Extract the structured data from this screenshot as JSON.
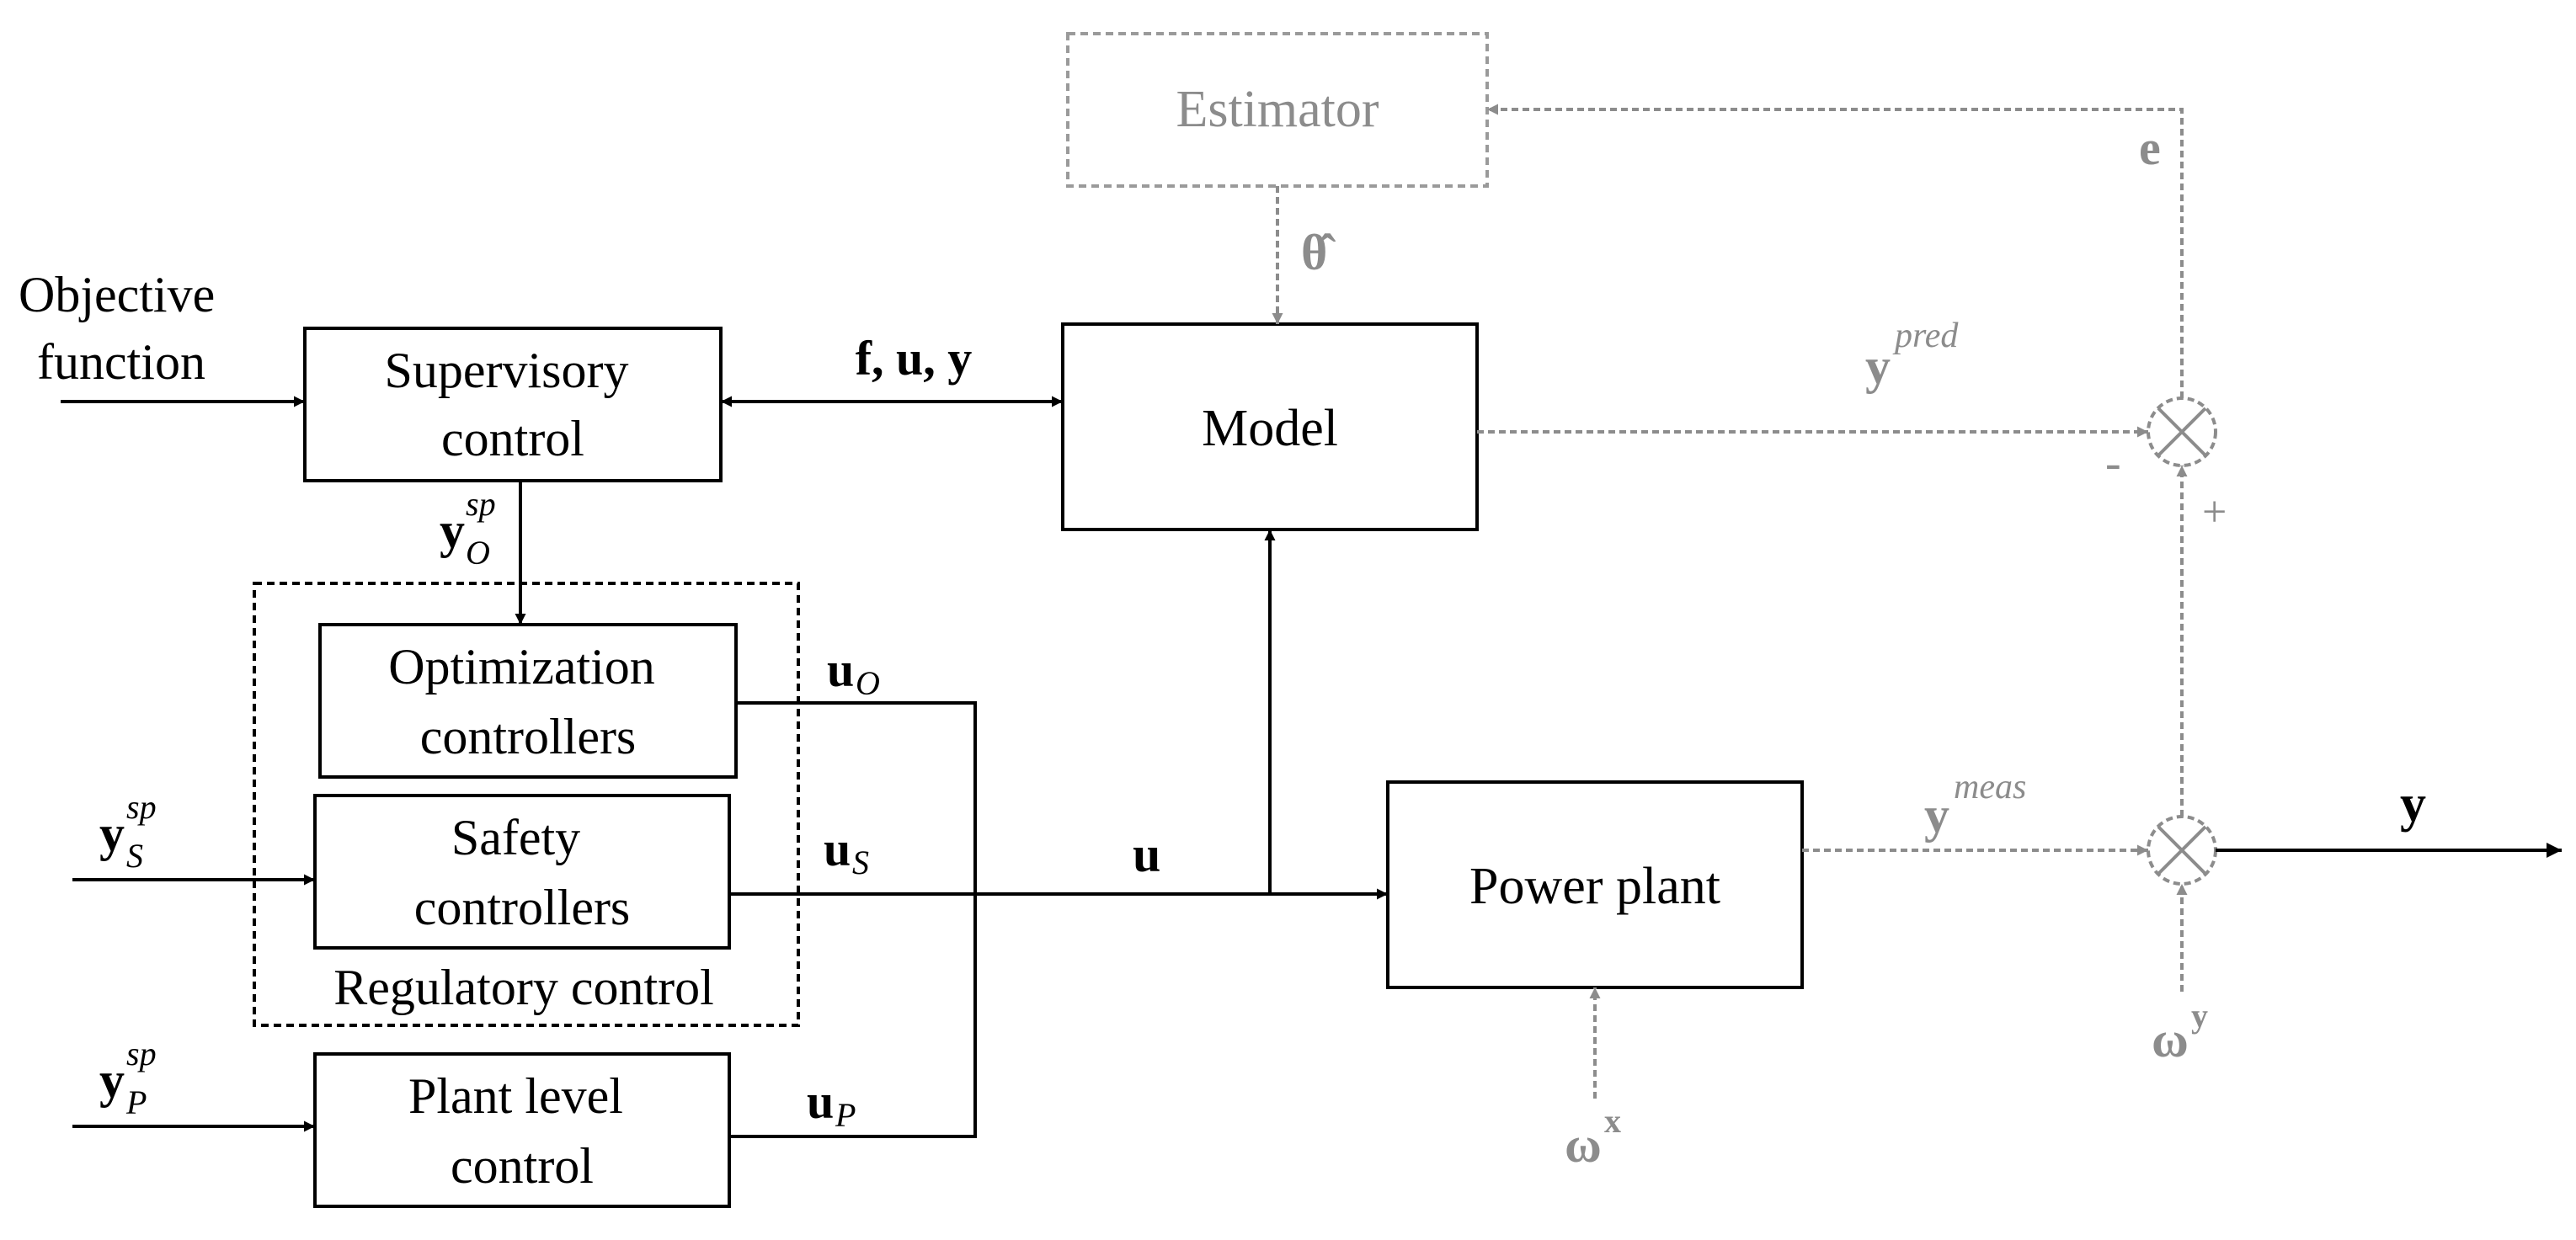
{
  "colors": {
    "main": "#000000",
    "estimation": "#8c8c8c",
    "estimator_border": "#9a9a9a"
  },
  "blocks": {
    "estimator": "Estimator",
    "supervisory": [
      "Supervisory",
      "control"
    ],
    "model": "Model",
    "optimization": [
      "Optimization",
      "controllers"
    ],
    "safety": [
      "Safety",
      "controllers"
    ],
    "regulatory_group": "Regulatory control",
    "plant_level": [
      "Plant level",
      "control"
    ],
    "power_plant": "Power plant"
  },
  "inputs": {
    "objective": [
      "Objective",
      "function"
    ]
  },
  "signals": {
    "theta_hat": "θ̂",
    "e": "e",
    "fuy": "f, u, y",
    "y_pred": {
      "base": "y",
      "sup": "pred"
    },
    "y_meas": {
      "base": "y",
      "sup": "meas"
    },
    "y_out": "y",
    "u": "u",
    "u_O": {
      "base": "u",
      "sub": "O"
    },
    "u_S": {
      "base": "u",
      "sub": "S"
    },
    "u_P": {
      "base": "u",
      "sub": "P"
    },
    "y_sp_O": {
      "base": "y",
      "sup": "sp",
      "sub": "O"
    },
    "y_sp_S": {
      "base": "y",
      "sup": "sp",
      "sub": "S"
    },
    "y_sp_P": {
      "base": "y",
      "sup": "sp",
      "sub": "P"
    },
    "omega_x": {
      "base": "ω",
      "sup": "x"
    },
    "omega_y": {
      "base": "ω",
      "sup": "y"
    },
    "minus": "-",
    "plus": "+"
  }
}
